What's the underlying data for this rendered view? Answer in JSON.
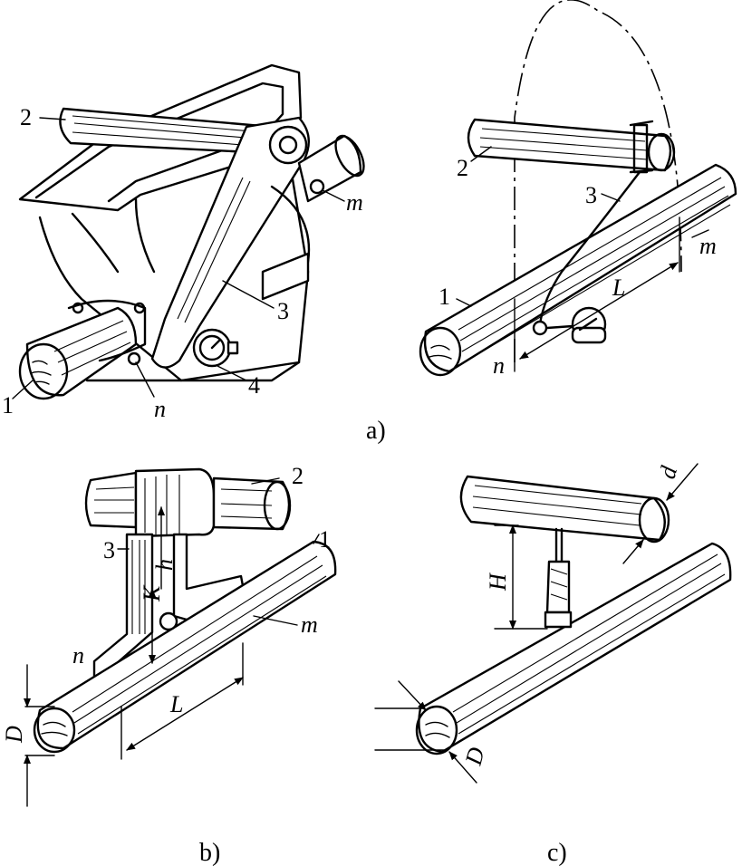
{
  "figure": {
    "captions": {
      "a": "a)",
      "b": "b)",
      "c": "c)"
    },
    "panel_a": {
      "labels": {
        "part1": "1",
        "part2": "2",
        "part3": "3",
        "part4": "4",
        "point_m": "m",
        "point_n": "n"
      }
    },
    "panel_a2": {
      "labels": {
        "part1": "1",
        "part2": "2",
        "part3": "3",
        "point_m": "m",
        "point_n": "n",
        "length": "L"
      }
    },
    "panel_b": {
      "labels": {
        "part1": "1",
        "part2": "2",
        "part3": "3",
        "point_m": "m",
        "point_n": "n",
        "length": "L",
        "diameter": "D",
        "height": "h",
        "offset": "K"
      }
    },
    "panel_c": {
      "labels": {
        "height": "H",
        "diameter_small": "d",
        "diameter_large": "D"
      }
    }
  }
}
